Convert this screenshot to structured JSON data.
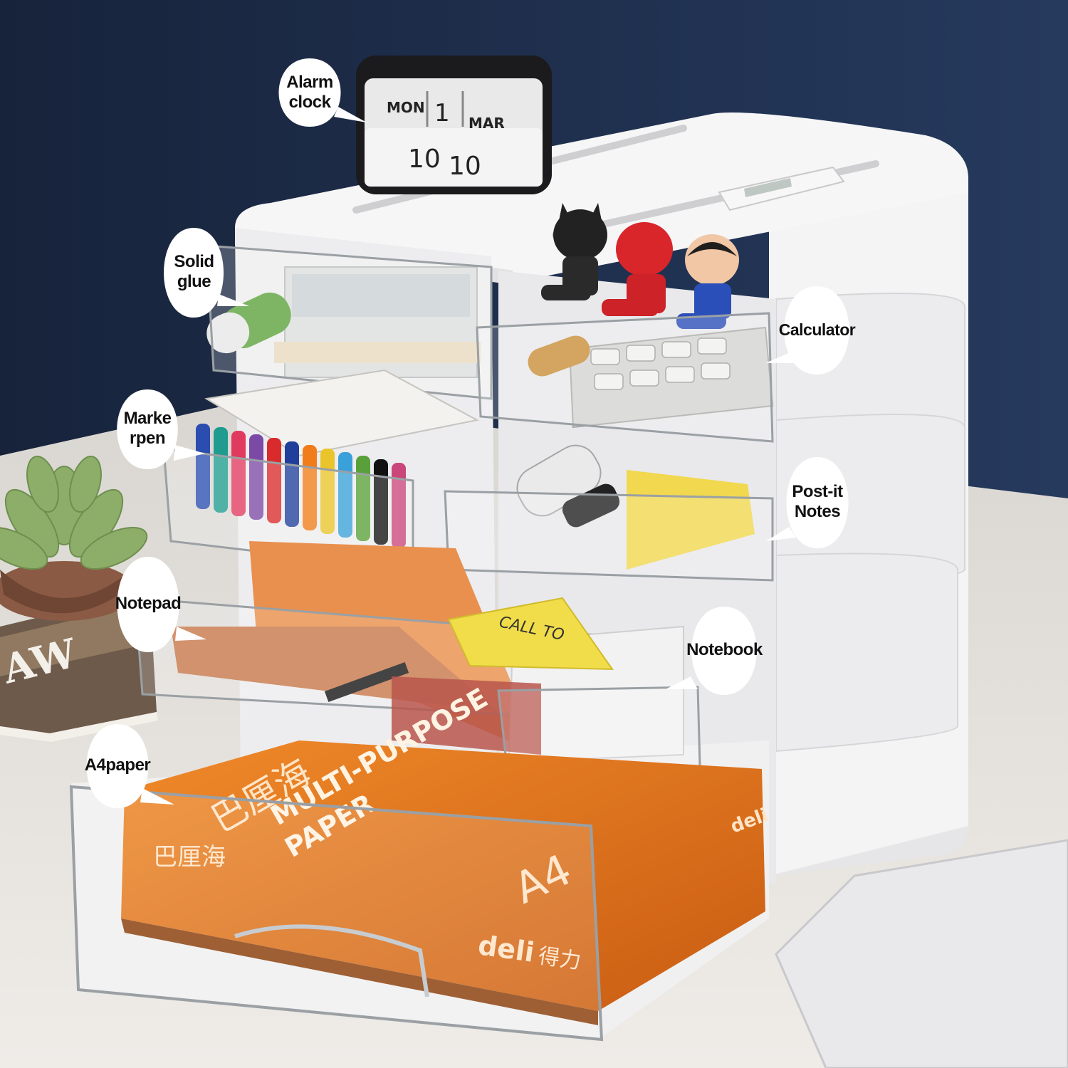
{
  "colors": {
    "wall": "#1c2a45",
    "desk": "#e7e4df",
    "cabinet": "#f1f1f1",
    "paper_orange": "#e8771f",
    "clock_body": "#1b1b1d"
  },
  "callouts": [
    {
      "id": "alarm-clock",
      "text": "Alarm\nclock"
    },
    {
      "id": "solid-glue",
      "text": "Solid\nglue"
    },
    {
      "id": "calculator",
      "text": "Calculator"
    },
    {
      "id": "marker-pen",
      "text": "Marke\nrpen"
    },
    {
      "id": "post-it-notes",
      "text": "Post-it\nNotes"
    },
    {
      "id": "notepad",
      "text": "Notepad"
    },
    {
      "id": "notebook",
      "text": "Notebook"
    },
    {
      "id": "a4-paper",
      "text": "A4paper"
    }
  ],
  "clock": {
    "day": "MON",
    "date": "1",
    "month": "MAR",
    "hour": "10",
    "minute": "10"
  },
  "sticky_note": {
    "text": "CALL TO"
  },
  "paper_pack": {
    "brand": "deli",
    "brand_cn": "得力",
    "cn_title": "巴厘海",
    "title_line1": "MULTI-PURPOSE",
    "title_line2": "PAPER",
    "size": "A4"
  },
  "magazine": {
    "text": "AW"
  }
}
